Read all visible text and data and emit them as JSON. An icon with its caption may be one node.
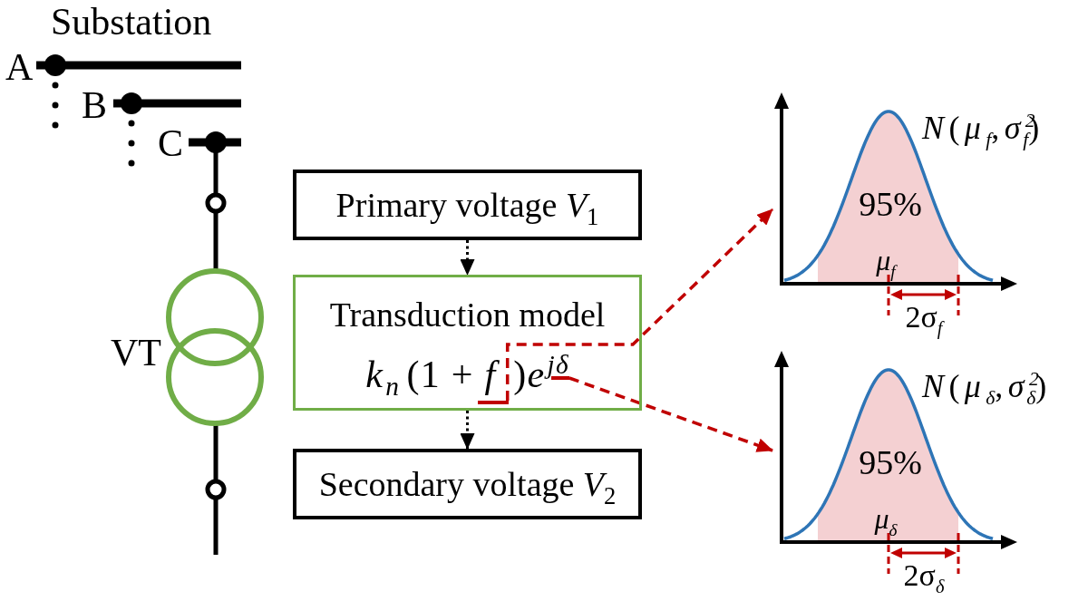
{
  "diagram": {
    "nodes": [
      {
        "text": [
          "Primary voltage *V*$_{1}$"
        ]
      },
      {
        "text": [
          "Transduction model",
          "*k*$_{n}$(1 + *f*)*e*$^{jδ}$"
        ]
      },
      {
        "text": [],
        "shape": "bar",
        "in": 1
      },
      {
        "text": [],
        "shape": "bar",
        "in": 1
      },
      {
        "text": [
          "Secondary voltage *V*$_{2}$"
        ]
      },
      {
        "text": [
          "*N*(*μ*$_{f}$,*σ*$^{2}$$_{f}$)",
          "95%",
          "*μ*$_{f}$",
          "2σ$_{f}$"
        ]
      },
      {
        "text": [
          "*N*(*μ*$_{δ}$,*σ*$^{2}$$_{δ}$)",
          "95%",
          "*μ*$_{δ}$",
          "2σ$_{δ}$"
        ]
      }
    ],
    "edges": [
      {
        "from": 0,
        "to": 1,
        "arrow": "to",
        "style": "dashed"
      },
      {
        "from": 1,
        "to": 4,
        "arrow": "to",
        "style": "dashed"
      },
      {
        "from": 2,
        "to": 5,
        "arrow": "to",
        "style": "dashed",
        "color": "#c00000"
      },
      {
        "from": 3,
        "to": 6,
        "arrow": "to",
        "style": "dashed",
        "color": "#c00000"
      }
    ],
    "labels": [
      "Substation",
      "A",
      "B",
      "C",
      "VT"
    ]
  }
}
